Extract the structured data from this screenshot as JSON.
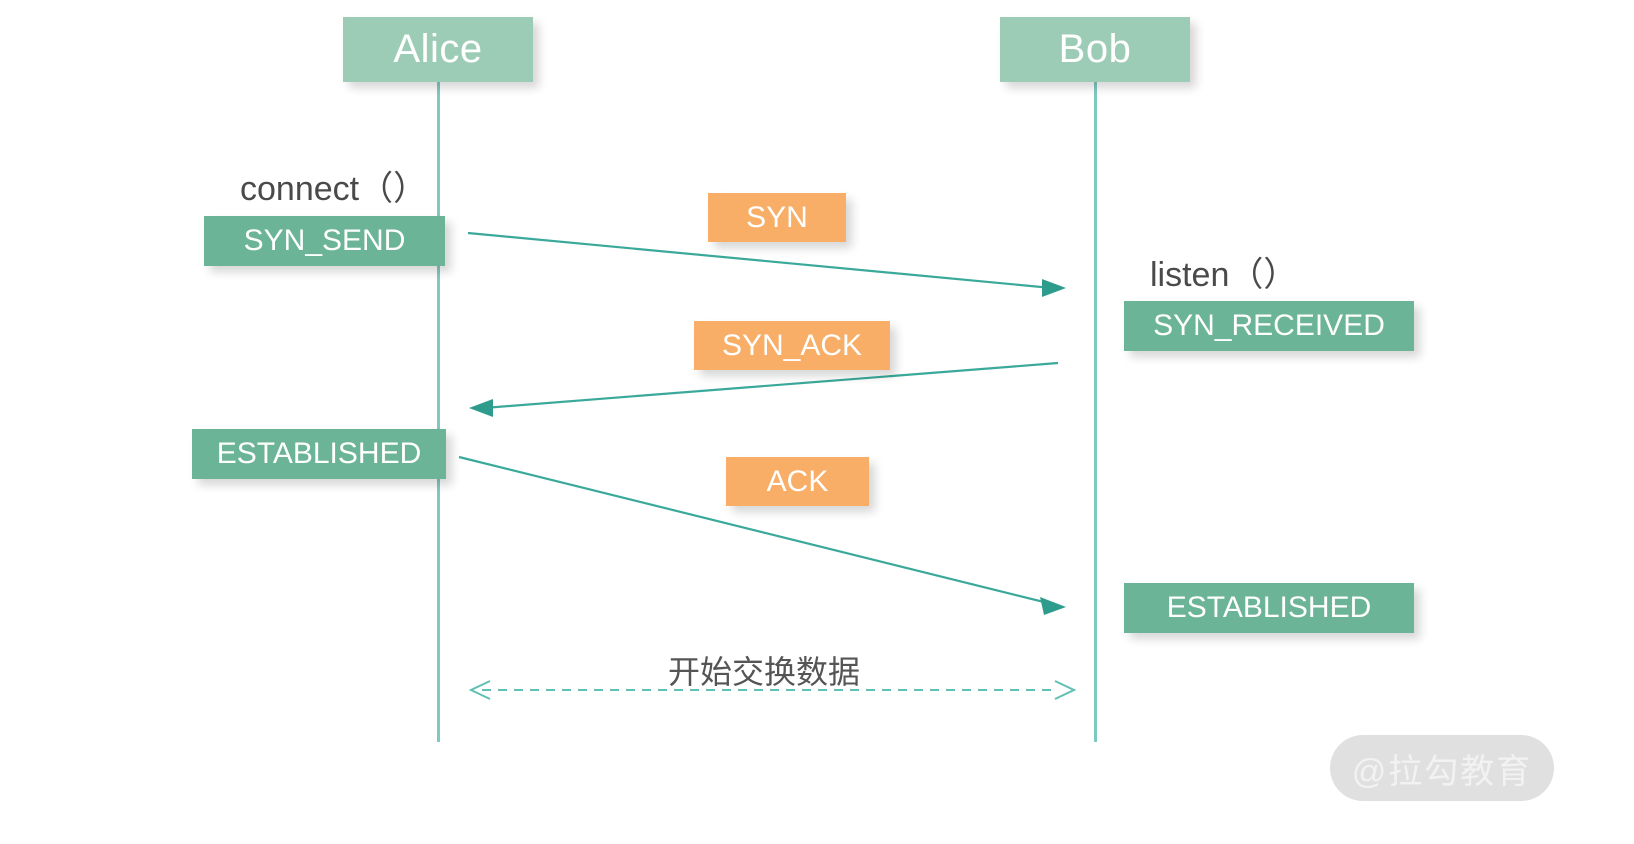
{
  "diagram": {
    "title": "TCP three-way handshake sequence diagram",
    "colors": {
      "participant_header": "#9DCCB6",
      "state_box": "#6BB498",
      "message_box": "#F8AE66",
      "lifeline": "#7ECAC0",
      "arrow": "#3AA99A",
      "text_dark": "#4A4A4A",
      "background": "#FFFFFF",
      "watermark_pill": "#E0E0E0"
    },
    "participants": [
      {
        "name": "alice",
        "label": "Alice"
      },
      {
        "name": "bob",
        "label": "Bob"
      }
    ],
    "calls": [
      {
        "name": "connect-call",
        "label": "connect（）",
        "side": "alice"
      },
      {
        "name": "listen-call",
        "label": "listen（）",
        "side": "bob"
      }
    ],
    "states": [
      {
        "name": "syn-send",
        "label": "SYN_SEND",
        "side": "alice"
      },
      {
        "name": "syn-received",
        "label": "SYN_RECEIVED",
        "side": "bob"
      },
      {
        "name": "established-alice",
        "label": "ESTABLISHED",
        "side": "alice"
      },
      {
        "name": "established-bob",
        "label": "ESTABLISHED",
        "side": "bob"
      }
    ],
    "messages": [
      {
        "name": "syn",
        "label": "SYN",
        "direction": "alice-to-bob"
      },
      {
        "name": "syn-ack",
        "label": "SYN_ACK",
        "direction": "bob-to-alice"
      },
      {
        "name": "ack",
        "label": "ACK",
        "direction": "alice-to-bob"
      }
    ],
    "exchange": {
      "label": "开始交换数据",
      "direction": "bidirectional",
      "style": "dashed"
    },
    "watermark": {
      "label": "@拉勾教育"
    }
  }
}
